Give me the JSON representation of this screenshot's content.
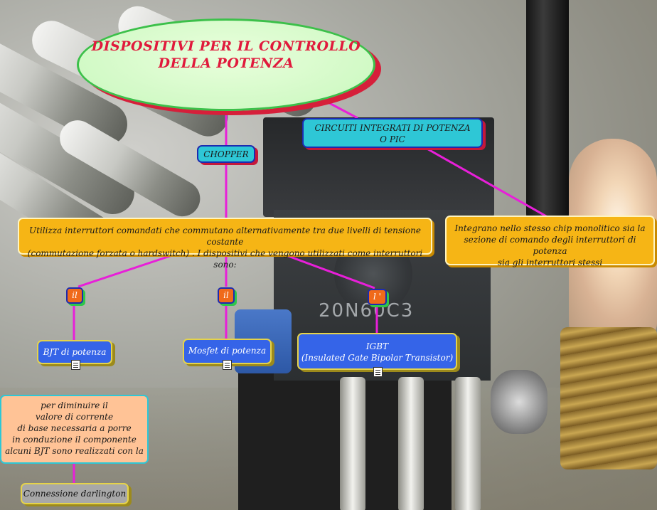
{
  "title": {
    "line1": "DISPOSITIVI PER IL CONTROLLO",
    "line2": "DELLA POTENZA"
  },
  "chopper": "CHOPPER",
  "integrated": {
    "line1": "CIRCUITI INTEGRATI DI POTENZA",
    "line2": "O PIC"
  },
  "integrated_desc": {
    "line1": "Integrano nello stesso chip monolitico sia la",
    "line2": "sezione di comando degli interruttori di potenza",
    "line3": "sia gli interruttori stessi"
  },
  "chopper_desc": {
    "line1": "Utilizza interruttori comandati che commutano alternativamente tra due livelli di tensione costante",
    "line2": "(commutazione forzata o hardswitch) . I dispositivi che vengono utilizzati come interruttori sono:"
  },
  "connectors": [
    "il",
    "il",
    "l '"
  ],
  "devices": {
    "bjt": "BJT di potenza",
    "mosfet": "Mosfet di potenza",
    "igbt_line1": "IGBT",
    "igbt_line2": "(Insulated Gate Bipolar Transistor)"
  },
  "bjt_note": {
    "line1": "per diminuire il",
    "line2": "valore di corrente",
    "line3": "di base necessaria a porre",
    "line4": "in conduzione il componente",
    "line5": "alcuni BJT sono realizzati con la"
  },
  "darlington": "Connessione darlington",
  "icons": [
    "note-icon",
    "note-icon",
    "note-icon"
  ],
  "chip_marking": "20N60C3",
  "colors": {
    "link": "#e81fd9",
    "title_text": "#e01a3c",
    "cyan_box": "#2ec7d6",
    "orange_box": "#f6b515",
    "blue_box": "#3564e8",
    "connector": "#f06a1a",
    "peach_box": "#ffc396",
    "grey_box": "#a8a8a8"
  }
}
